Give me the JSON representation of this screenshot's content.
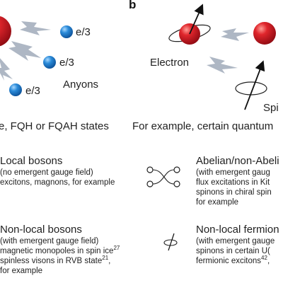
{
  "panel_b": {
    "label": "b",
    "electron_label": "Electron",
    "spin_label_partial": "Spi"
  },
  "panel_a": {
    "anyon_charge_labels": [
      "e/3",
      "e/3",
      "e/3"
    ],
    "anyons_label": "Anyons",
    "caption_partial": "e, FQH or FQAH states"
  },
  "panel_b_caption_partial": "For example, certain quantum",
  "categories": [
    {
      "title": "Local bosons",
      "lines": [
        "(no emergent gauge field)",
        "excitons, magnons, for example"
      ]
    },
    {
      "title": "Abelian/non-Abeli",
      "lines": [
        "(with emergent gaug",
        "flux excitations in Kit",
        "spinons in chiral spin",
        "for example"
      ]
    },
    {
      "title": "Non-local bosons",
      "lines": [
        "(with emergent gauge field)",
        "magnetic monopoles in spin ice",
        "spinless visons in RVB state",
        "for example"
      ],
      "refs": {
        "line2": "27",
        "line3": "21"
      },
      "suffix": {
        "line3": ","
      }
    },
    {
      "title": "Non-local fermion",
      "lines": [
        "(with emergent gauge",
        "spinons in certain U(",
        "fermionic excitons"
      ],
      "refs": {
        "line3": "42"
      },
      "suffix": {
        "line3": ","
      }
    }
  ],
  "colors": {
    "electron_red": "#c8141e",
    "anyon_blue": "#1f7fd0",
    "lightning_grey": "#aeb7c4",
    "text": "#222222"
  }
}
